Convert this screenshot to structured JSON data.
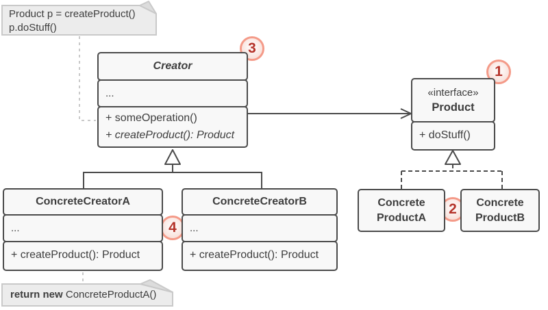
{
  "notes": {
    "client_code": {
      "line1": "Product p = createProduct()",
      "line2": "p.doStuff()"
    },
    "return_note": {
      "keyword": "return new",
      "code": "ConcreteProductA()"
    }
  },
  "classes": {
    "creator": {
      "name": "Creator",
      "ellipsis": "...",
      "method1": "+ someOperation()",
      "method2": "+ createProduct(): Product"
    },
    "product": {
      "stereotype": "«interface»",
      "name": "Product",
      "method1": "+ doStuff()"
    },
    "concreteCreatorA": {
      "name": "ConcreteCreatorA",
      "ellipsis": "...",
      "method1": "+ createProduct(): Product"
    },
    "concreteCreatorB": {
      "name": "ConcreteCreatorB",
      "ellipsis": "...",
      "method1": "+ createProduct(): Product"
    },
    "concreteProductA": {
      "line1": "Concrete",
      "line2": "ProductA"
    },
    "concreteProductB": {
      "line1": "Concrete",
      "line2": "ProductB"
    }
  },
  "badges": {
    "b1": "1",
    "b2": "2",
    "b3": "3",
    "b4": "4"
  },
  "colors": {
    "box_border": "#4a4a4a",
    "box_fill": "#f8f8f8",
    "text": "#3d3d3d",
    "note_fill": "#ececec",
    "note_flap": "#dcdcdc",
    "note_border": "#c9c9c9",
    "note_connector": "#c9c9c9",
    "connector": "#4a4a4a",
    "badge_border": "#f49a88",
    "badge_fill": "#f9e2dc",
    "badge_text": "#b5332a"
  }
}
